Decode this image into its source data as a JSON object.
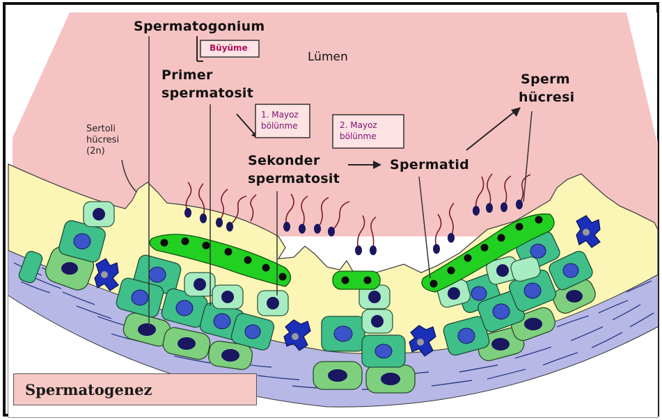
{
  "labels": {
    "spermatogonium": "Spermatogonium",
    "buyume": "Büyüme",
    "lumen": "Lümen",
    "primer_1": "Primer",
    "primer_2": "spermatosit",
    "sertoli": "Sertoli\nhücresi\n(2n)",
    "mayoz1": "1. Mayoz\nbölünme",
    "mayoz2": "2. Mayoz\nbölünme",
    "sekonder_1": "Sekonder",
    "sekonder_2": "spermatosit",
    "spermatid": "Spermatid",
    "sperm_1": "Sperm",
    "sperm_2": "hücresi"
  },
  "caption": "Spermatogenez",
  "colors": {
    "lumen": "#f6c3c3",
    "sertoli": "#fbf6b5",
    "basement": "#b7b8e6",
    "basement_fiber": "#2f3d8a",
    "spermatogonium_cell": "#7ed07e",
    "primary_cell": "#3fbf8a",
    "secondary_cell": "#a8ecc2",
    "spermatid_cell": "#22d022",
    "nucleus_blue": "#3b54c9",
    "nucleus_dark": "#1a1660",
    "myoid_cell": "#1b2fb8",
    "caption_bg": "#f7c9c5"
  }
}
